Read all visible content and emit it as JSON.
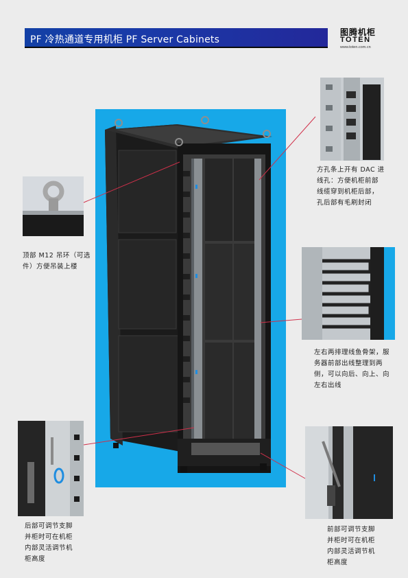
{
  "header": {
    "title": "PF 冷热通道专用机柜  PF Server Cabinets"
  },
  "logo": {
    "cn": "图腾机柜",
    "en": "TOTEN",
    "url": "www.toten.com.cn"
  },
  "callouts": {
    "eyebolt": "顶部 M12 吊环（可选\n件）方便吊装上楼",
    "dac": "方孔条上开有 DAC 进\n线孔：方便机柜前部\n线缆穿到机柜后部，\n孔后部有毛刷封闭",
    "cable_manager": "左右两排理线鱼骨架，服\n务器前部出线整理到两\n侧，可以向后、向上、向\n左右出线",
    "rear_foot": "后部可调节支脚\n并柜时可在机柜\n内部灵活调节机\n柜高度",
    "front_foot": "前部可调节支脚\n并柜时可在机柜\n内部灵活调节机\n柜高度"
  },
  "colors": {
    "banner": "#1a3aa8",
    "hero_background": "#17a8e8",
    "leader_line": "#d0304a",
    "page": "#ececec"
  }
}
